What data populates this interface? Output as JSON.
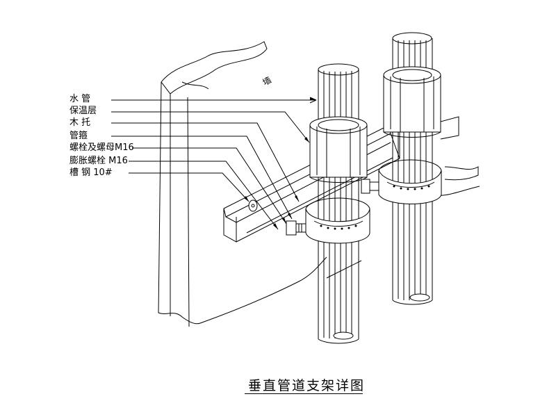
{
  "title": "垂直管道支架详图",
  "wall_label": "墙",
  "labels": [
    {
      "id": "water-pipe",
      "text": "水 管"
    },
    {
      "id": "insulation-layer",
      "text": "保温层"
    },
    {
      "id": "wood-support",
      "text": "木 托"
    },
    {
      "id": "pipe-clamp",
      "text": "管箍"
    },
    {
      "id": "bolt-nut",
      "text": "螺栓及螺母M16"
    },
    {
      "id": "expansion-bolt",
      "text": "膨胀螺栓 M16"
    },
    {
      "id": "channel-steel",
      "text": "槽 钢   10#"
    }
  ]
}
